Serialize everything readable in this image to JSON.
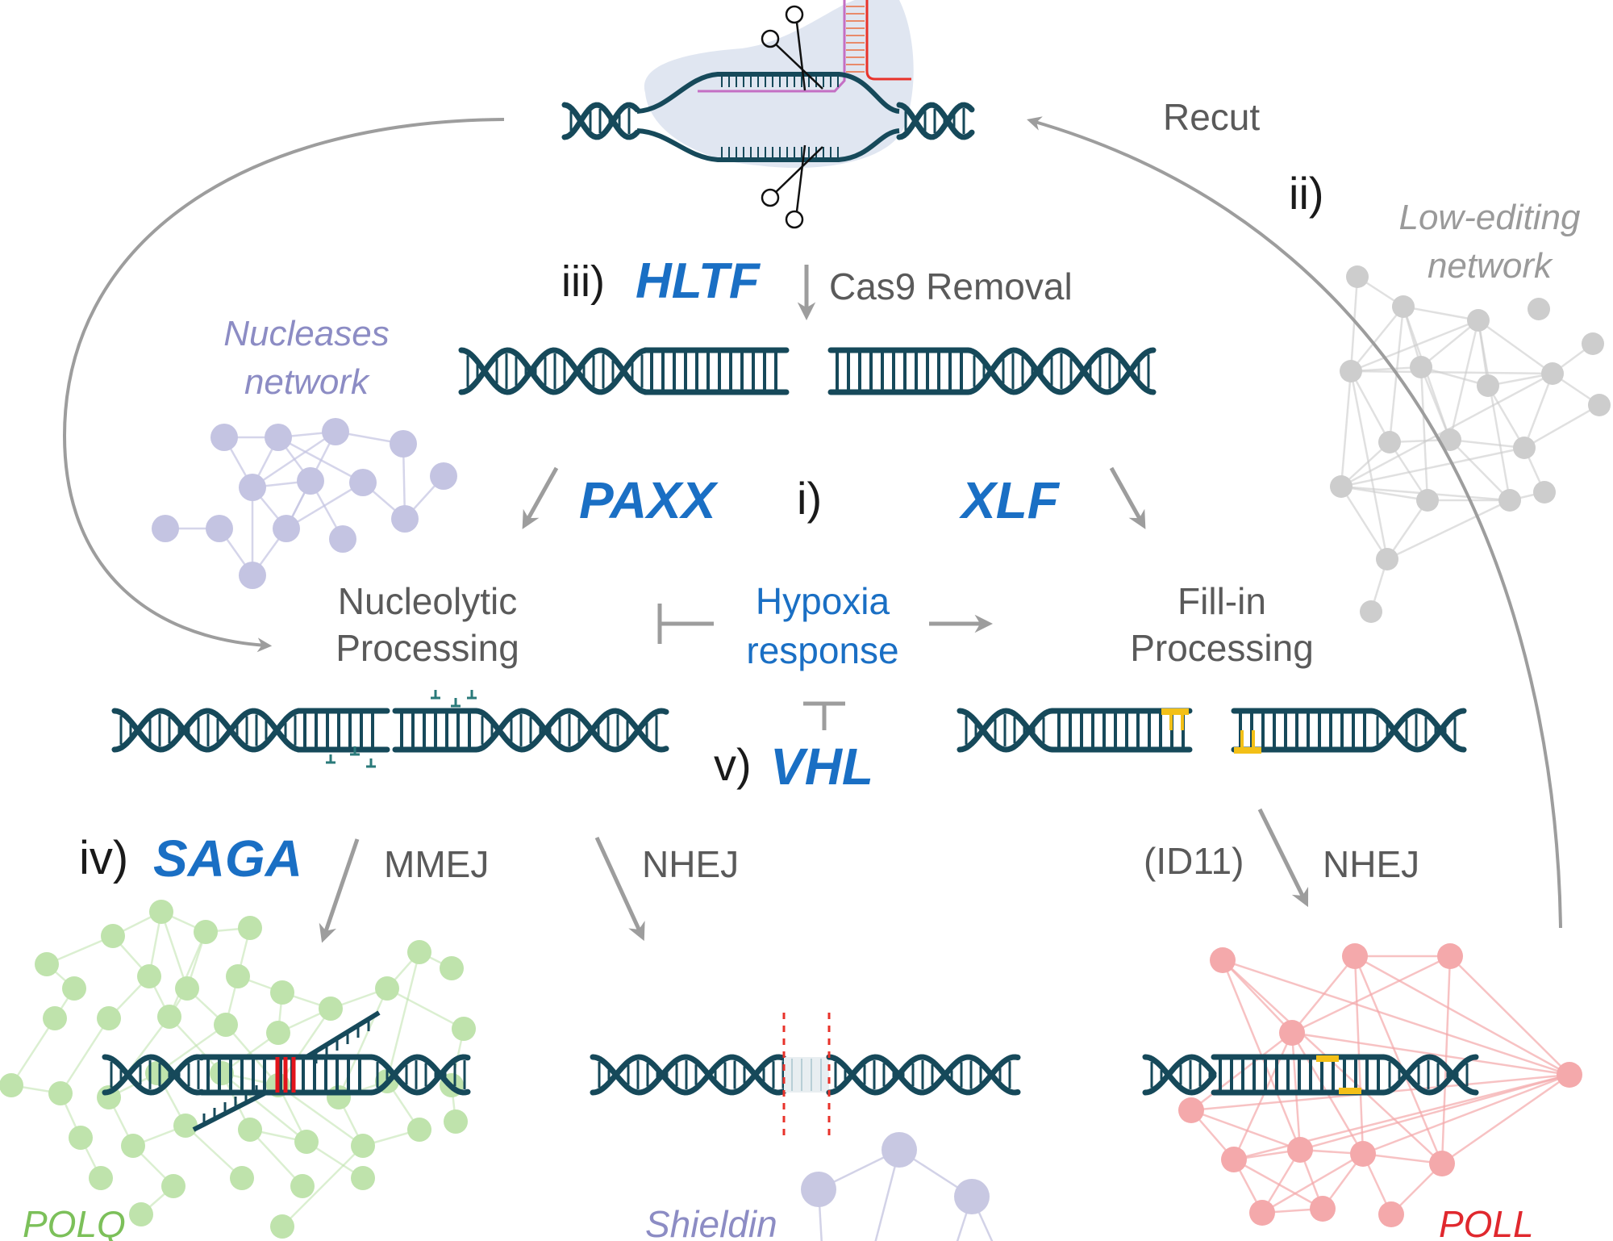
{
  "colors": {
    "dna": "#16495a",
    "arrow": "#9d9d9d",
    "gene_blue": "#1a6fc4",
    "text_gray": "#5a5a5a",
    "nucleases_net": "#c4c4e2",
    "lowedit_net": "#cdcdcd",
    "polq_net": "#bfe3ac",
    "poll_net": "#f4a9ab",
    "shieldin_net": "#c8c8e2",
    "cas9_blob": "#dde3f0",
    "guide_rna": "#c46fc4",
    "target_red": "#e8322a",
    "fill_yellow": "#f3c017",
    "mmej_red": "#e3141b"
  },
  "labels": {
    "recut": "Recut",
    "step_ii": "ii)",
    "low_editing_network": [
      "Low-editing",
      "network"
    ],
    "step_iii": "iii)",
    "hltf": "HLTF",
    "cas9_removal": "Cas9 Removal",
    "nucleases_network": [
      "Nucleases",
      "network"
    ],
    "paxx": "PAXX",
    "step_i": "i)",
    "xlf": "XLF",
    "nucleolytic_processing": [
      "Nucleolytic",
      "Processing"
    ],
    "hypoxia_response": [
      "Hypoxia",
      "response"
    ],
    "fillin_processing": [
      "Fill-in",
      "Processing"
    ],
    "step_v": "v)",
    "vhl": "VHL",
    "step_iv": "iv)",
    "saga": "SAGA",
    "mmej": "MMEJ",
    "nhej_middle": "NHEJ",
    "id11": "(ID11)",
    "nhej_right": "NHEJ",
    "polq": "POLQ",
    "shieldin": "Shieldin",
    "poll": "POLL"
  }
}
